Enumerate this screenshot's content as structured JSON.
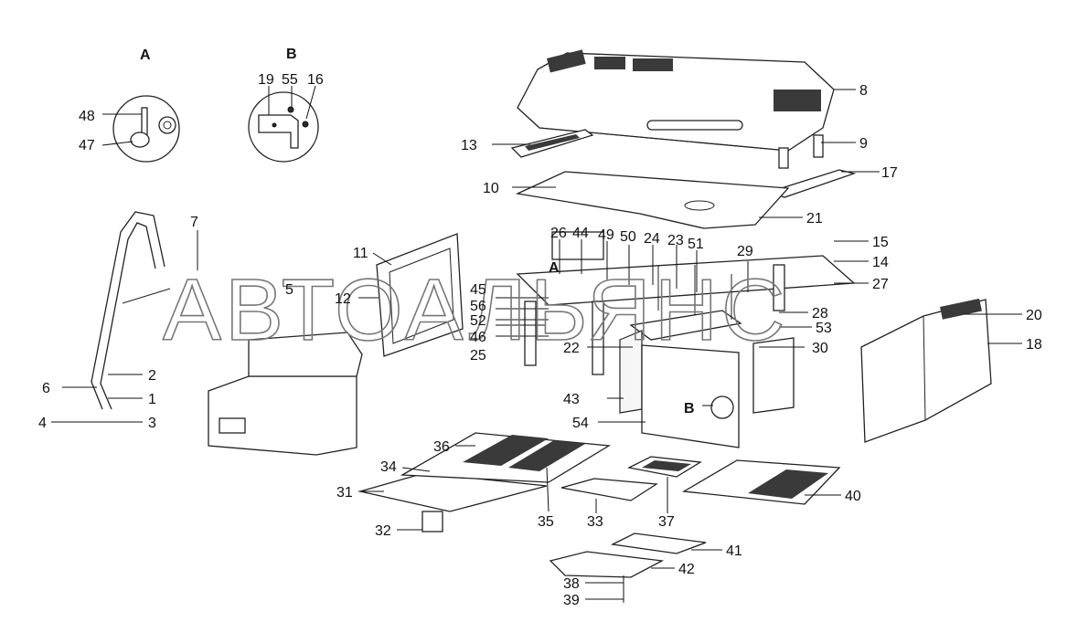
{
  "callouts": {
    "a": "A",
    "b": "B"
  },
  "watermark": "АВТОАЛЬЯНС",
  "labels": {
    "n1": "1",
    "n2": "2",
    "n3": "3",
    "n4": "4",
    "n5": "5",
    "n6": "6",
    "n7": "7",
    "n8": "8",
    "n9": "9",
    "n10": "10",
    "n11": "11",
    "n12": "12",
    "n13": "13",
    "n14": "14",
    "n15": "15",
    "n16": "16",
    "n17": "17",
    "n18": "18",
    "n19": "19",
    "n20": "20",
    "n21": "21",
    "n22": "22",
    "n23": "23",
    "n24": "24",
    "n25": "25",
    "n26": "26",
    "n27": "27",
    "n28": "28",
    "n29": "29",
    "n30": "30",
    "n31": "31",
    "n32": "32",
    "n33": "33",
    "n34": "34",
    "n35": "35",
    "n36": "36",
    "n37": "37",
    "n38": "38",
    "n39": "39",
    "n40": "40",
    "n41": "41",
    "n42": "42",
    "n43": "43",
    "n44": "44",
    "n45": "45",
    "n46": "46",
    "n47": "47",
    "n48": "48",
    "n49": "49",
    "n50": "50",
    "n51": "51",
    "n52": "52",
    "n53": "53",
    "n54": "54",
    "n55": "55",
    "n56": "56"
  }
}
